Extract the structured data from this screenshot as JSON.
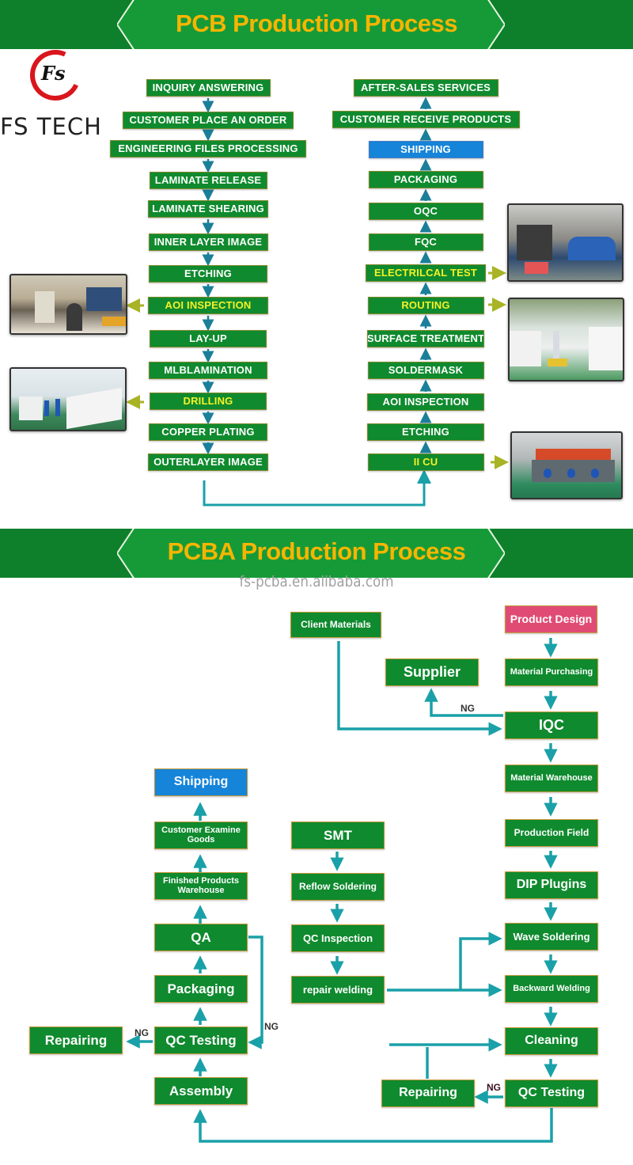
{
  "pcb_section": {
    "title": "PCB Production Process",
    "brand": {
      "logo_monogram": "Fs",
      "name": "FS TECH"
    },
    "left_column": [
      {
        "label": "INQUIRY ANSWERING",
        "highlight": false
      },
      {
        "label": "CUSTOMER PLACE AN ORDER",
        "highlight": false
      },
      {
        "label": "ENGINEERING FILES PROCESSING",
        "highlight": false
      },
      {
        "label": "LAMINATE RELEASE",
        "highlight": false
      },
      {
        "label": "LAMINATE SHEARING",
        "highlight": false
      },
      {
        "label": "INNER LAYER IMAGE",
        "highlight": false
      },
      {
        "label": "ETCHING",
        "highlight": false
      },
      {
        "label": "AOI INSPECTION",
        "highlight": true
      },
      {
        "label": "LAY-UP",
        "highlight": false
      },
      {
        "label": "MLBLAMINATION",
        "highlight": false
      },
      {
        "label": "DRILLING",
        "highlight": true
      },
      {
        "label": "COPPER PLATING",
        "highlight": false
      },
      {
        "label": "OUTERLAYER IMAGE",
        "highlight": false
      }
    ],
    "right_column": [
      {
        "label": "AFTER-SALES SERVICES",
        "highlight": false
      },
      {
        "label": "CUSTOMER RECEIVE PRODUCTS",
        "highlight": false
      },
      {
        "label": "SHIPPING",
        "highlight": "blue"
      },
      {
        "label": "PACKAGING",
        "highlight": false
      },
      {
        "label": "OQC",
        "highlight": false
      },
      {
        "label": "FQC",
        "highlight": false
      },
      {
        "label": "ELECTRILCAL TEST",
        "highlight": true
      },
      {
        "label": "ROUTING",
        "highlight": true
      },
      {
        "label": "SURFACE TREATMENT",
        "highlight": false
      },
      {
        "label": "SOLDERMASK",
        "highlight": false
      },
      {
        "label": "AOI INSPECTION",
        "highlight": false
      },
      {
        "label": "ETCHING",
        "highlight": false
      },
      {
        "label": "II CU",
        "highlight": true
      }
    ],
    "photos": [
      {
        "name": "aoi-inspection-photo",
        "depicts": "AOI INSPECTION"
      },
      {
        "name": "drilling-photo",
        "depicts": "DRILLING"
      },
      {
        "name": "electrical-test-photo",
        "depicts": "ELECTRILCAL TEST"
      },
      {
        "name": "routing-photo",
        "depicts": "ROUTING"
      },
      {
        "name": "ii-cu-photo",
        "depicts": "II CU"
      }
    ]
  },
  "pcba_section": {
    "title": "PCBA Production Process",
    "watermark": "fs-pcba.en.alibaba.com",
    "nodes": {
      "client_materials": "Client Materials",
      "product_design": "Product Design",
      "supplier": "Supplier",
      "material_purchasing": "Material Purchasing",
      "iqc": "IQC",
      "material_warehouse": "Material Warehouse",
      "production_field": "Production Field",
      "dip_plugins": "DIP Plugins",
      "wave_soldering": "Wave Soldering",
      "backward_welding": "Backward Welding",
      "cleaning": "Cleaning",
      "qc_testing_right": "QC Testing",
      "repairing_right": "Repairing",
      "smt": "SMT",
      "reflow_soldering": "Reflow Soldering",
      "qc_inspection": "QC Inspection",
      "repair_welding": "repair welding",
      "shipping": "Shipping",
      "customer_examine_goods": "Customer Examine Goods",
      "finished_products_warehouse": "Finished Products Warehouse",
      "qa": "QA",
      "packaging": "Packaging",
      "qc_testing_left": "QC Testing",
      "repairing_left": "Repairing",
      "assembly": "Assembly"
    },
    "ng_label": "NG"
  },
  "colors": {
    "banner_green": "#0e7f2a",
    "title_gold": "#f7b500",
    "box_green": "#0f8a2e",
    "highlight_yellow": "#f5f227",
    "shipping_blue": "#1584d9",
    "design_pink": "#e04b74",
    "connector_teal": "#1a9ea6",
    "logo_red": "#d9161c"
  }
}
